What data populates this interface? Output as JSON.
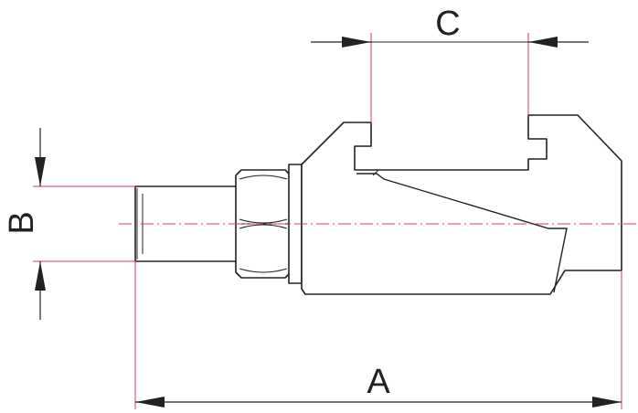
{
  "dimensions": {
    "a_label": "A",
    "b_label": "B",
    "c_label": "C"
  },
  "colors": {
    "outline": "#222222",
    "extension_lines": "#d8357a",
    "background": "#ffffff"
  }
}
